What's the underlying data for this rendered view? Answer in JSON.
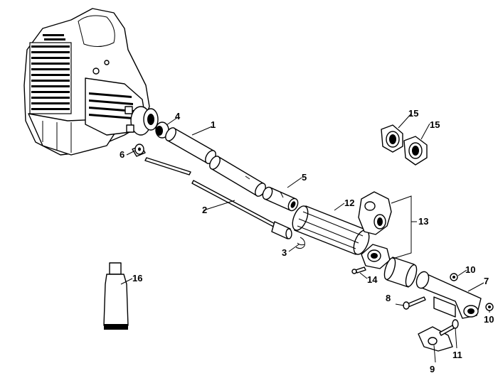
{
  "diagram": {
    "callouts": [
      {
        "id": "c1",
        "text": "1"
      },
      {
        "id": "c2",
        "text": "2"
      },
      {
        "id": "c3",
        "text": "3"
      },
      {
        "id": "c4",
        "text": "4"
      },
      {
        "id": "c5",
        "text": "5"
      },
      {
        "id": "c6",
        "text": "6"
      },
      {
        "id": "c7",
        "text": "7"
      },
      {
        "id": "c8",
        "text": "8"
      },
      {
        "id": "c9",
        "text": "9"
      },
      {
        "id": "c10a",
        "text": "10"
      },
      {
        "id": "c10b",
        "text": "10"
      },
      {
        "id": "c11",
        "text": "11"
      },
      {
        "id": "c12",
        "text": "12"
      },
      {
        "id": "c13",
        "text": "13"
      },
      {
        "id": "c14",
        "text": "14"
      },
      {
        "id": "c15a",
        "text": "15"
      },
      {
        "id": "c15b",
        "text": "15"
      },
      {
        "id": "c16",
        "text": "16"
      }
    ]
  }
}
